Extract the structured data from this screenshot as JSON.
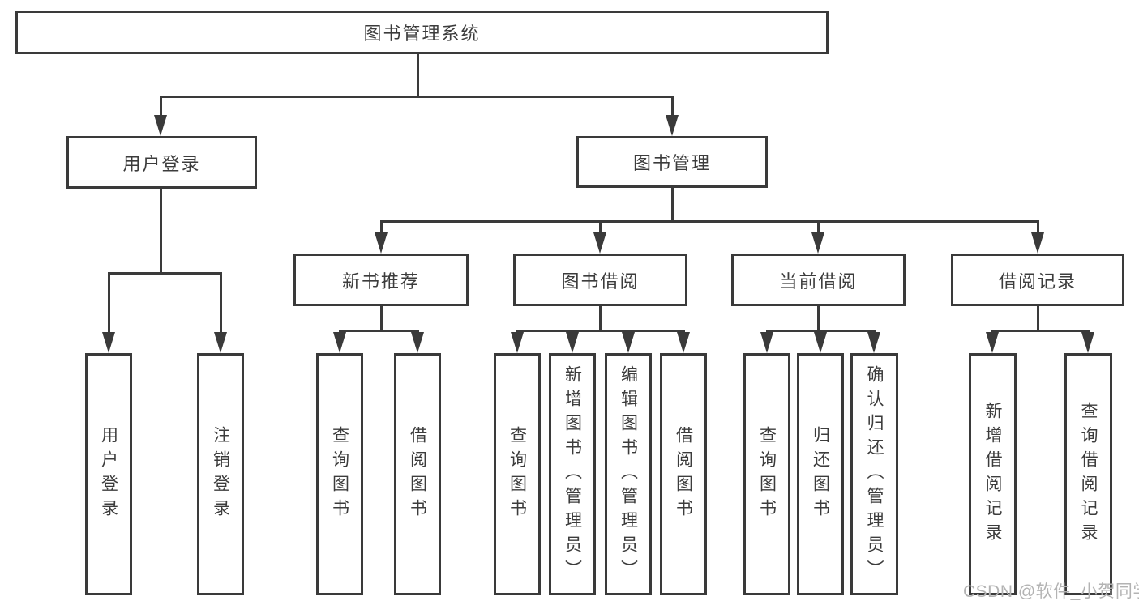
{
  "tree": {
    "label": "图书管理系统",
    "children": [
      {
        "label": "用户登录",
        "children": [
          {
            "label": "用户登录"
          },
          {
            "label": "注销登录"
          }
        ]
      },
      {
        "label": "图书管理",
        "children": [
          {
            "label": "新书推荐",
            "children": [
              {
                "label": "查询图书"
              },
              {
                "label": "借阅图书"
              }
            ]
          },
          {
            "label": "图书借阅",
            "children": [
              {
                "label": "查询图书"
              },
              {
                "label": "新增图书（管理员）"
              },
              {
                "label": "编辑图书（管理员）"
              },
              {
                "label": "借阅图书"
              }
            ]
          },
          {
            "label": "当前借阅",
            "children": [
              {
                "label": "查询图书"
              },
              {
                "label": "归还图书"
              },
              {
                "label": "确认归还（管理员）"
              }
            ]
          },
          {
            "label": "借阅记录",
            "children": [
              {
                "label": "新增借阅记录"
              },
              {
                "label": "查询借阅记录"
              }
            ]
          }
        ]
      }
    ]
  },
  "watermark": {
    "text": "CSDN @软件_小贺同学"
  },
  "colors": {
    "line": "#3a3a3a",
    "text": "#3c3c3c",
    "watermark": "#b3b3b3"
  }
}
